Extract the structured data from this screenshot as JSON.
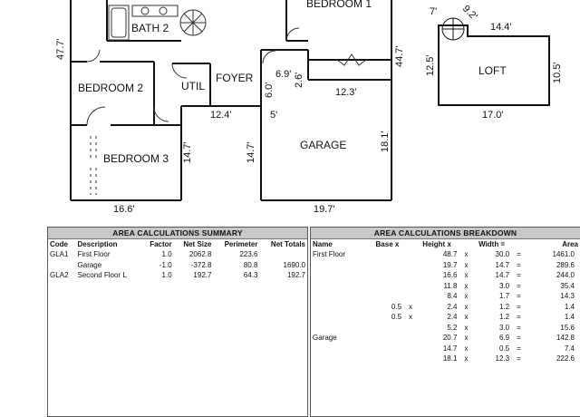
{
  "rooms": {
    "bedroom1": "BEDROOM 1",
    "bath2": "BATH 2",
    "bedroom2": "BEDROOM 2",
    "util": "UTIL",
    "foyer": "FOYER",
    "bedroom3": "BEDROOM 3",
    "garage": "GARAGE",
    "loft": "LOFT"
  },
  "dimensions": {
    "left_height": "47.7'",
    "right_height": "44.7'",
    "d_6_9": "6.9'",
    "d_2_6": "2.6'",
    "d_6_0": "6.0'",
    "d_12_3": "12.3'",
    "d_12_4": "12.4'",
    "d_5": "5'",
    "d_14_7a": "14.7'",
    "d_14_7b": "14.7'",
    "d_18_1": "18.1'",
    "d_16_6": "16.6'",
    "d_19_7": "19.7'",
    "loft_7": "7'",
    "loft_9_2": "9.2'",
    "loft_14_4": "14.4'",
    "loft_12_5": "12.5'",
    "loft_10_5": "10.5'",
    "loft_17_0": "17.0'"
  },
  "summary": {
    "title": "AREA CALCULATIONS SUMMARY",
    "headers": [
      "Code",
      "Description",
      "Factor",
      "Net Size",
      "Perimeter",
      "Net Totals"
    ],
    "rows": [
      [
        "GLA1",
        "First Floor",
        "1.0",
        "2062.8",
        "223.6",
        ""
      ],
      [
        "",
        "Garage",
        "-1.0",
        "-372.8",
        "80.8",
        "1690.0"
      ],
      [
        "GLA2",
        "Second Floor L",
        "1.0",
        "192.7",
        "64.3",
        "192.7"
      ]
    ]
  },
  "breakdown": {
    "title": "AREA CALCULATIONS BREAKDOWN",
    "headers": [
      "Name",
      "Base x",
      "Height x",
      "Width =",
      "Area"
    ],
    "rows": [
      [
        "First Floor",
        "",
        "",
        "48.7",
        "x",
        "30.0",
        "=",
        "1461.0"
      ],
      [
        "",
        "",
        "",
        "19.7",
        "x",
        "14.7",
        "=",
        "289.6"
      ],
      [
        "",
        "",
        "",
        "16.6",
        "x",
        "14.7",
        "=",
        "244.0"
      ],
      [
        "",
        "",
        "",
        "11.8",
        "x",
        "3.0",
        "=",
        "35.4"
      ],
      [
        "",
        "",
        "",
        "8.4",
        "x",
        "1.7",
        "=",
        "14.3"
      ],
      [
        "",
        "0.5",
        "x",
        "2.4",
        "x",
        "1.2",
        "=",
        "1.4"
      ],
      [
        "",
        "0.5",
        "x",
        "2.4",
        "x",
        "1.2",
        "=",
        "1.4"
      ],
      [
        "",
        "",
        "",
        "5.2",
        "x",
        "3.0",
        "=",
        "15.6"
      ],
      [
        "Garage",
        "",
        "",
        "20.7",
        "x",
        "6.9",
        "=",
        "142.8"
      ],
      [
        "",
        "",
        "",
        "14.7",
        "x",
        "0.5",
        "=",
        "7.4"
      ],
      [
        "",
        "",
        "",
        "18.1",
        "x",
        "12.3",
        "=",
        "222.6"
      ]
    ]
  }
}
